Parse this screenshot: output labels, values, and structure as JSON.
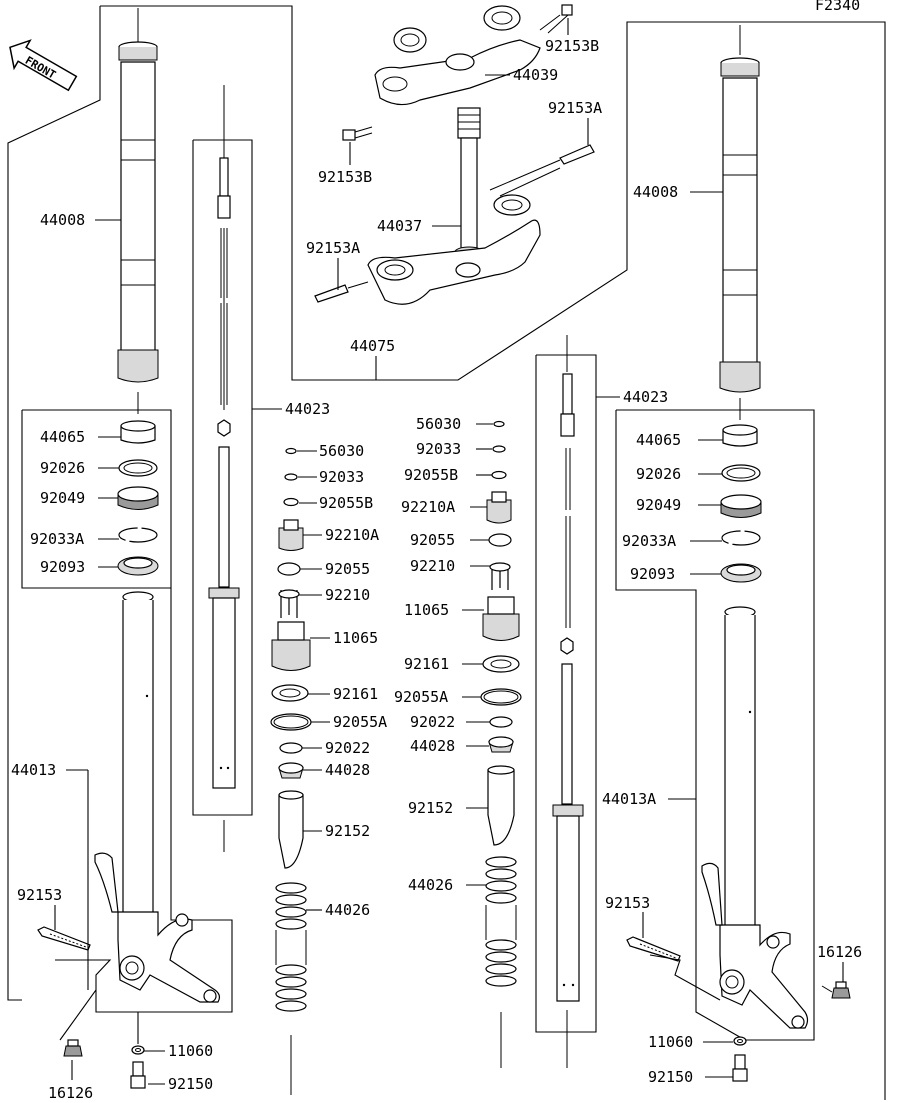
{
  "figure_code": "F2340",
  "front_marker": "FRONT",
  "left_fork": {
    "outer_tube": "44008",
    "kit_label": "44013",
    "tube_parts": [
      "44065",
      "92026",
      "92049",
      "92033A",
      "92093"
    ],
    "bolt": "92153",
    "bleeder": "16126",
    "washer": "11060",
    "drain_bolt": "92150"
  },
  "right_fork": {
    "outer_tube": "44008",
    "kit_label": "44013A",
    "tube_parts": [
      "44065",
      "92026",
      "92049",
      "92033A",
      "92093"
    ],
    "bolt": "92153",
    "bleeder": "16126",
    "washer": "11060",
    "drain_bolt": "92150"
  },
  "steering": {
    "upper_bracket": "44039",
    "upper_bolt_top": "92153B",
    "upper_bolt_side": "92153B",
    "stem": "44037",
    "stem_bolt_right": "92153A",
    "stem_bolt_left": "92153A",
    "assembly": "44075"
  },
  "left_cartridge": {
    "label": "44023",
    "parts": [
      "56030",
      "92033",
      "92055B",
      "92210A",
      "92055",
      "92210",
      "11065",
      "92161",
      "92055A",
      "92022",
      "44028",
      "92152",
      "44026"
    ]
  },
  "right_cartridge": {
    "label": "44023",
    "parts": [
      "56030",
      "92033",
      "92055B",
      "92210A",
      "92055",
      "92210",
      "11065",
      "92161",
      "92055A",
      "92022",
      "44028",
      "92152",
      "44026"
    ]
  }
}
